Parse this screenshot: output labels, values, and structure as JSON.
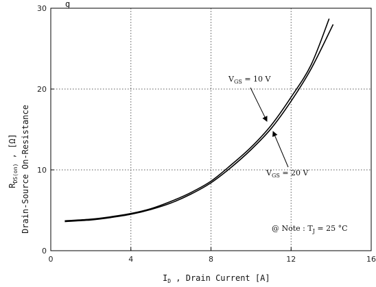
{
  "chart_data": {
    "type": "line",
    "title_fragment": "g",
    "xlabel": {
      "symbol": "I",
      "subscript": "D",
      "rest": " , Drain Current  [A]"
    },
    "ylabel": {
      "symbol": "R",
      "subscript": "DS(on)",
      "rest": " , [Ω]",
      "line2": "Drain-Source On-Resistance"
    },
    "xlim": [
      0,
      16
    ],
    "ylim": [
      0,
      30
    ],
    "xticks": [
      "0",
      "4",
      "8",
      "12",
      "16"
    ],
    "yticks": [
      "0",
      "10",
      "20",
      "30"
    ],
    "grid": "dotted-major",
    "series": [
      {
        "name": "VGS = 10 V",
        "label": {
          "pre": "V",
          "sub": "GS",
          "post": " = 10 V"
        },
        "x": [
          0.7,
          2,
          3,
          4,
          5,
          6,
          7,
          8,
          9,
          10,
          11,
          12,
          13,
          13.9
        ],
        "y": [
          3.7,
          3.9,
          4.2,
          4.6,
          5.2,
          6.1,
          7.2,
          8.6,
          10.6,
          12.8,
          15.5,
          19.0,
          23.0,
          28.7
        ]
      },
      {
        "name": "VGS = 20 V",
        "label": {
          "pre": "V",
          "sub": "GS",
          "post": " = 20 V"
        },
        "x": [
          0.7,
          2,
          3,
          4,
          5,
          6,
          7,
          8,
          9,
          10,
          11,
          12,
          13,
          14.1
        ],
        "y": [
          3.6,
          3.8,
          4.1,
          4.5,
          5.1,
          5.9,
          7.0,
          8.4,
          10.3,
          12.5,
          15.1,
          18.5,
          22.5,
          28.0
        ]
      }
    ],
    "note": {
      "pre": "@ Note : T",
      "sub": "J",
      "post": " = 25 °C"
    },
    "colors": {
      "line": "#000000",
      "grid": "#555555",
      "axis": "#000000"
    }
  }
}
